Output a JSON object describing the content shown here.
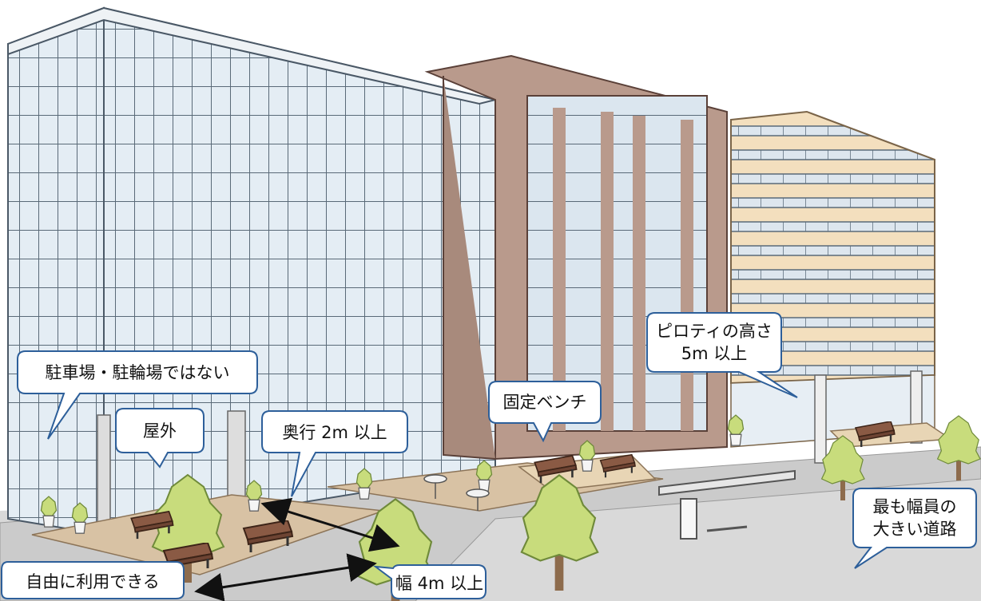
{
  "callouts": {
    "not_parking": "駐車場・駐輪場ではない",
    "outdoor": "屋外",
    "depth": "奥行 2m 以上",
    "bench": "固定ベンチ",
    "piloti_line1": "ピロティの高さ",
    "piloti_line2": "5m 以上",
    "widest_line1": "最も幅員の",
    "widest_line2": "大きい道路",
    "free_use": "自由に利用できる",
    "width": "幅 4m 以上"
  },
  "colors": {
    "glass": "#e4edf4",
    "mullion": "#5a6a78",
    "brown_tower": "#b99a8c",
    "cream_tower": "#f3dfbe",
    "plaza_floor": "#d8c2a4",
    "pavement": "#cbcbcb",
    "tree": "#c8dc7c",
    "bench": "#8a5a44",
    "callout_border": "#2d5f9a"
  },
  "icons": [
    "tree-icon",
    "bench-icon",
    "potted-plant-icon",
    "bus-stop-icon",
    "double-arrow-icon"
  ]
}
